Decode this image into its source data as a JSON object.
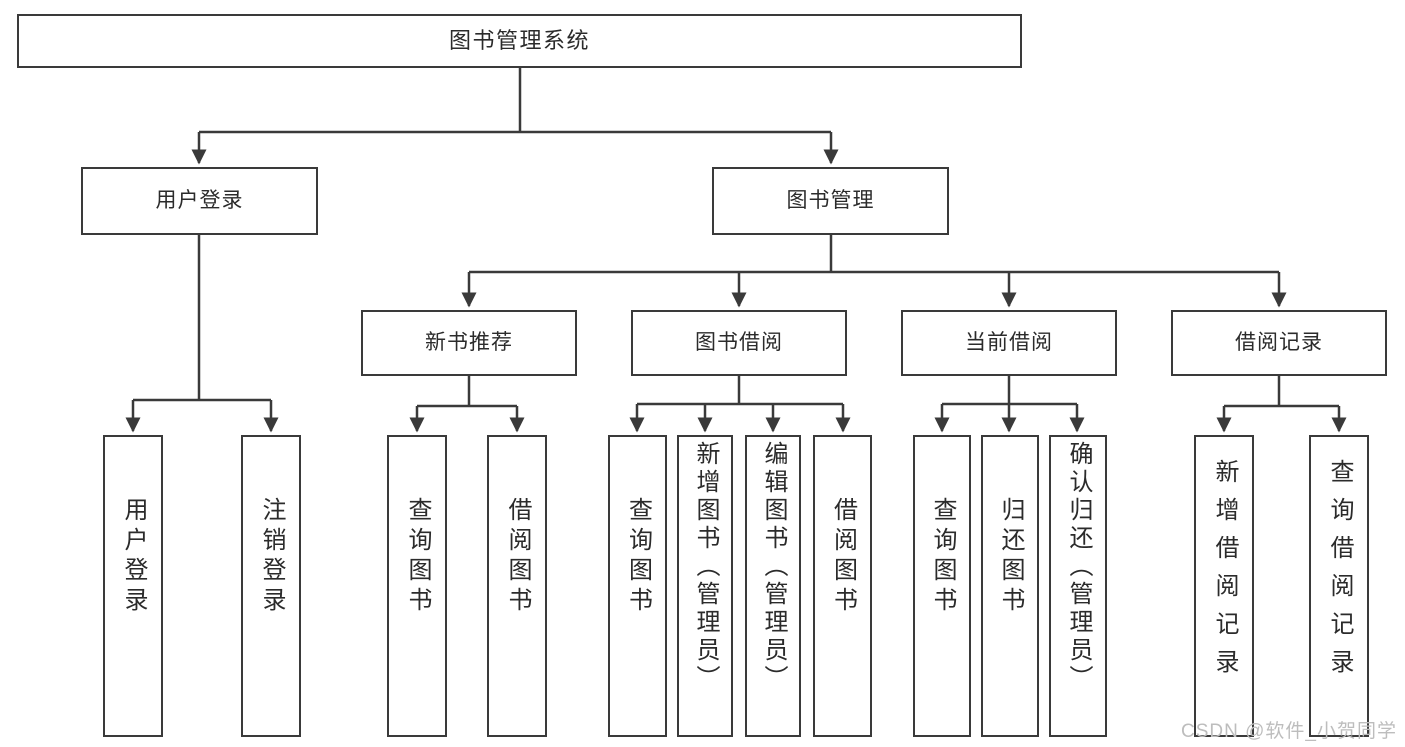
{
  "diagram": {
    "title": "图书管理系统",
    "watermark": "CSDN @软件_小贺同学",
    "stroke_color": "#3a3a3a",
    "fill_color": "#ffffff",
    "text_color": "#2b2b2b",
    "watermark_color": "#bdbdbd"
  },
  "nodes": {
    "root": {
      "label": "图书管理系统"
    },
    "level2": [
      {
        "label": "用户登录"
      },
      {
        "label": "图书管理"
      }
    ],
    "level3": [
      {
        "label": "新书推荐"
      },
      {
        "label": "图书借阅"
      },
      {
        "label": "当前借阅"
      },
      {
        "label": "借阅记录"
      }
    ],
    "leaves": {
      "user_login": [
        {
          "label": "用户登录"
        },
        {
          "label": "注销登录"
        }
      ],
      "new_book_recommend": [
        {
          "label": "查询图书"
        },
        {
          "label": "借阅图书"
        }
      ],
      "book_borrow": [
        {
          "label": "查询图书"
        },
        {
          "label": "新增图书（管理员）"
        },
        {
          "label": "编辑图书（管理员）"
        },
        {
          "label": "借阅图书"
        }
      ],
      "current_borrow": [
        {
          "label": "查询图书"
        },
        {
          "label": "归还图书"
        },
        {
          "label": "确认归还（管理员）"
        }
      ],
      "borrow_record": [
        {
          "label": "新增借阅记录"
        },
        {
          "label": "查询借阅记录"
        }
      ]
    }
  }
}
